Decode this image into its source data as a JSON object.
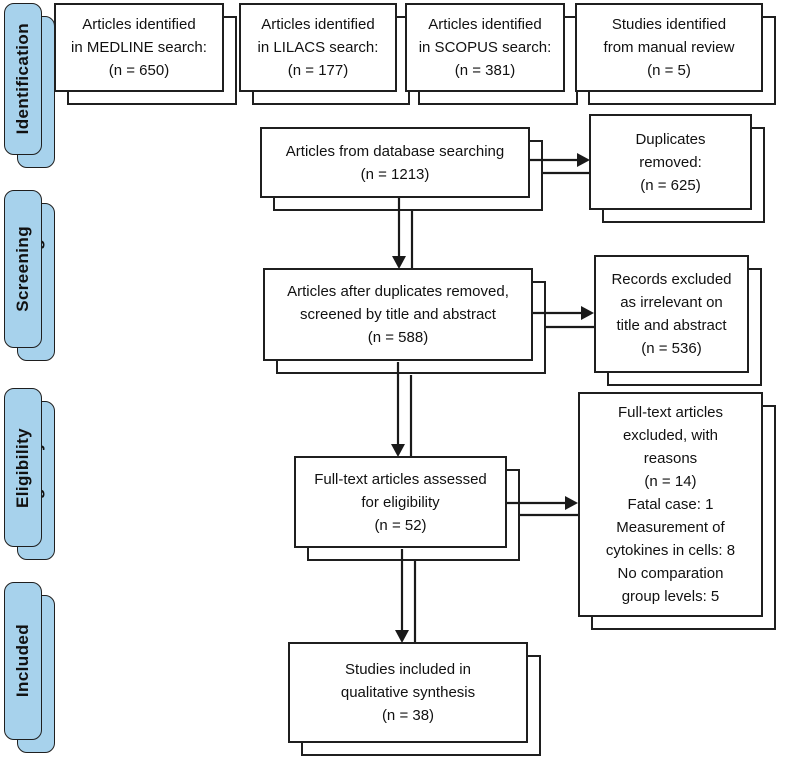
{
  "stages": [
    {
      "label": "Identification"
    },
    {
      "label": "Screening"
    },
    {
      "label": "Eligibility"
    },
    {
      "label": "Included"
    }
  ],
  "boxes": {
    "medline": {
      "text": "Articles identified\nin MEDLINE search:\n(n = 650)"
    },
    "lilacs": {
      "text": "Articles identified\nin LILACS search:\n(n = 177)"
    },
    "scopus": {
      "text": "Articles identified\nin SCOPUS search:\n(n = 381)"
    },
    "manual": {
      "text": "Studies identified\nfrom manual review\n(n = 5)"
    },
    "database": {
      "text": "Articles from database searching\n(n = 1213)"
    },
    "duplicates": {
      "text": "Duplicates\nremoved:\n(n = 625)"
    },
    "screened": {
      "text": "Articles after duplicates removed,\nscreened by title and abstract\n(n = 588)"
    },
    "records_excluded": {
      "text": "Records excluded\nas irrelevant on\ntitle and abstract\n(n = 536)"
    },
    "fulltext": {
      "text": "Full-text articles assessed\nfor eligibility\n(n = 52)"
    },
    "fulltext_excluded": {
      "text": "Full-text articles\nexcluded, with\nreasons\n(n = 14)\nFatal case: 1\nMeasurement of\ncytokines in cells: 8\nNo comparation\ngroup levels: 5"
    },
    "included": {
      "text": "Studies included in\nqualitative synthesis\n(n = 38)"
    }
  },
  "colors": {
    "stage_fill": "#A7D2EC",
    "stage_border": "#1F1F1F",
    "box_border": "#1F1F1F",
    "box_fill": "#FFFFFF",
    "arrow": "#1A1A1A",
    "text": "#111111"
  }
}
